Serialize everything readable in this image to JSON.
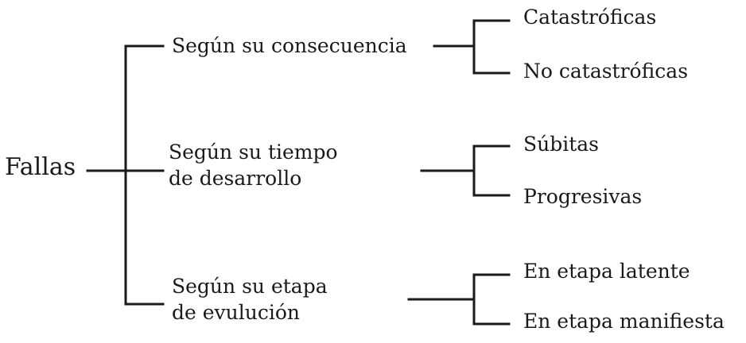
{
  "diagram": {
    "root": "Fallas",
    "branches": [
      {
        "lines": [
          "Según su consecuencia"
        ],
        "leaves": [
          "Catastróficas",
          "No catastróficas"
        ]
      },
      {
        "lines": [
          "Según su tiempo",
          "de desarrollo"
        ],
        "leaves": [
          "Súbitas",
          "Progresivas"
        ]
      },
      {
        "lines": [
          "Según su etapa",
          "de evulución"
        ],
        "leaves": [
          "En etapa latente",
          "En etapa manifiesta"
        ]
      }
    ]
  }
}
